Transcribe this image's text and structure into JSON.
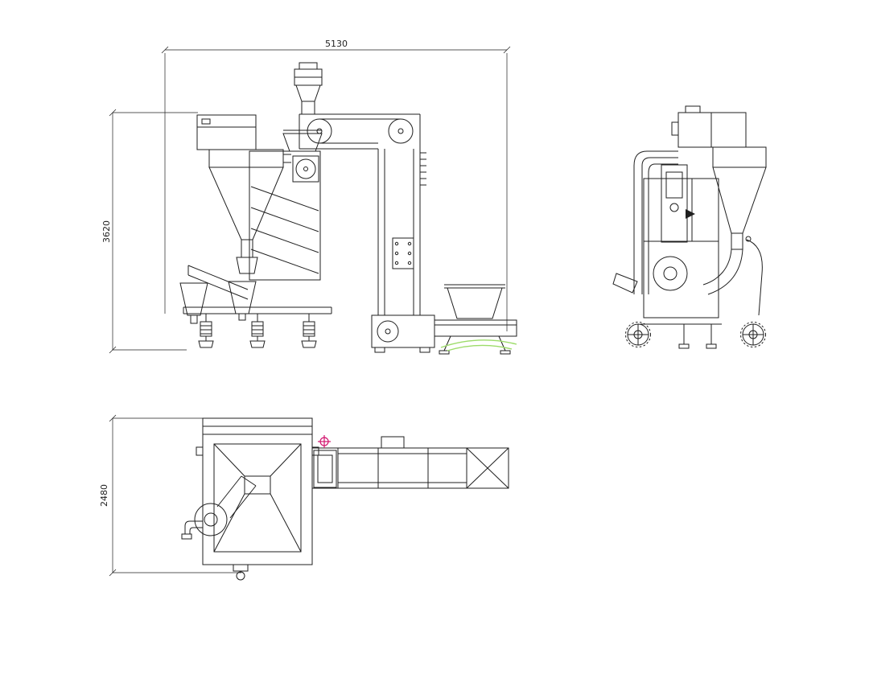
{
  "drawing": {
    "dimensions": {
      "overall_width": {
        "label": "5130"
      },
      "overall_height": {
        "label": "3620"
      },
      "plan_depth": {
        "label": "2480"
      }
    },
    "colors": {
      "line": "#1f1f1f",
      "highlight_green": "#9ddc6a",
      "marker_red": "#d2146e"
    }
  }
}
